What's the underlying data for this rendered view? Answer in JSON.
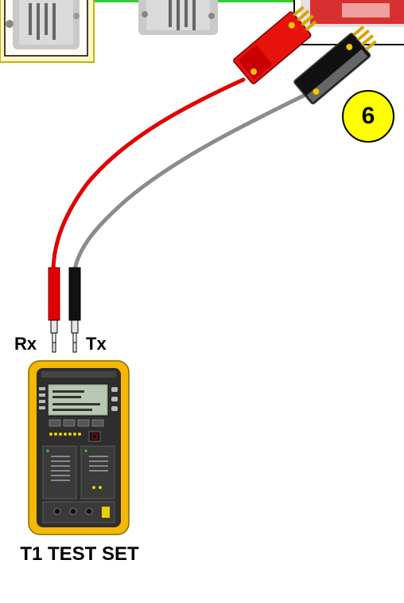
{
  "labels": {
    "rx": "Rx",
    "tx": "Tx",
    "device_name": "T1 TEST SET"
  },
  "step_badge": "6",
  "colors": {
    "rx_cable": "#e00000",
    "tx_cable": "#8c8c8c",
    "badge": "#ffff00",
    "tester_body": "#f5b800",
    "top_border": "#33cc33"
  },
  "icons": [
    "red-connector-icon",
    "black-connector-icon",
    "tester-device-icon",
    "equipment-box-icon"
  ]
}
